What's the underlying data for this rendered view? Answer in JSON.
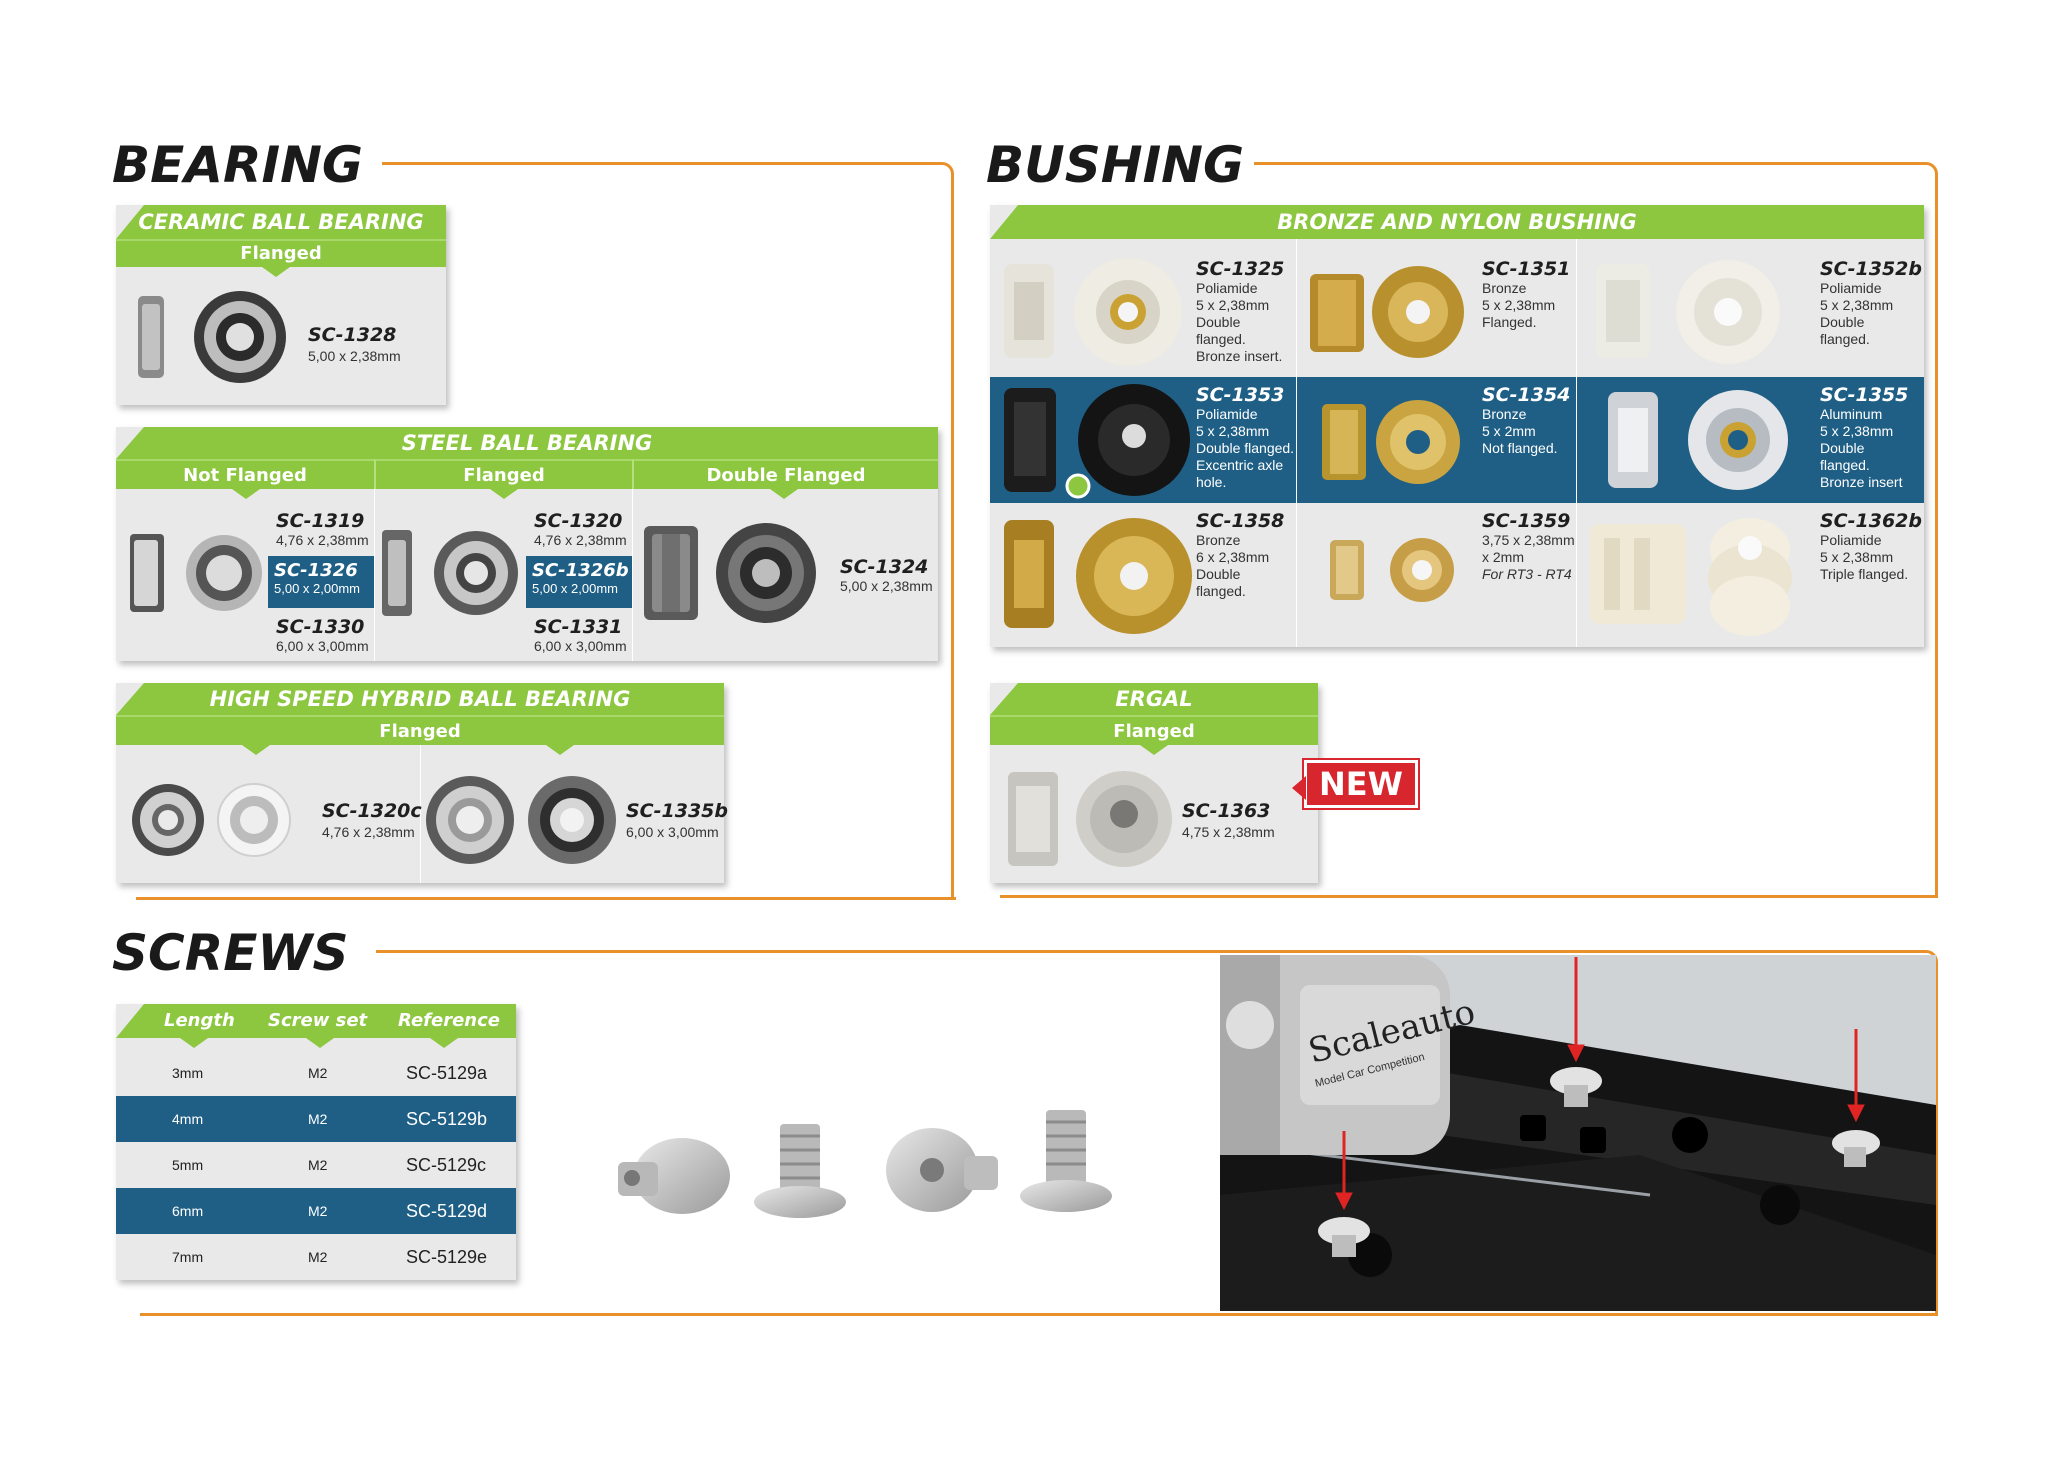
{
  "bearing": {
    "title": "BEARING",
    "ceramic": {
      "title": "CERAMIC BALL BEARING",
      "sub": "Flanged",
      "item": {
        "ref": "SC-1328",
        "dim": "5,00 x 2,38mm"
      }
    },
    "steel": {
      "title": "STEEL BALL BEARING",
      "cols": [
        "Not Flanged",
        "Flanged",
        "Double Flanged"
      ],
      "not_flanged": [
        {
          "ref": "SC-1319",
          "dim": "4,76 x 2,38mm"
        },
        {
          "ref": "SC-1326",
          "dim": "5,00 x 2,00mm"
        },
        {
          "ref": "SC-1330",
          "dim": "6,00 x 3,00mm"
        }
      ],
      "flanged": [
        {
          "ref": "SC-1320",
          "dim": "4,76 x 2,38mm"
        },
        {
          "ref": "SC-1326b",
          "dim": "5,00 x 2,00mm"
        },
        {
          "ref": "SC-1331",
          "dim": "6,00 x 3,00mm"
        }
      ],
      "double_flanged": {
        "ref": "SC-1324",
        "dim": "5,00 x 2,38mm"
      }
    },
    "hybrid": {
      "title": "HIGH SPEED HYBRID BALL BEARING",
      "sub": "Flanged",
      "items": [
        {
          "ref": "SC-1320c",
          "dim": "4,76 x 2,38mm"
        },
        {
          "ref": "SC-1335b",
          "dim": "6,00 x 3,00mm"
        }
      ]
    }
  },
  "bushing": {
    "title": "BUSHING",
    "bronze_nylon": {
      "title": "BRONZE AND NYLON BUSHING",
      "items": [
        {
          "ref": "SC-1325",
          "desc": [
            "Poliamide",
            "5 x 2,38mm",
            "Double",
            "flanged.",
            "Bronze insert."
          ]
        },
        {
          "ref": "SC-1351",
          "desc": [
            "Bronze",
            "5 x 2,38mm",
            "Flanged."
          ]
        },
        {
          "ref": "SC-1352b",
          "desc": [
            "Poliamide",
            "5 x 2,38mm",
            "Double",
            "flanged."
          ]
        },
        {
          "ref": "SC-1353",
          "desc": [
            "Poliamide",
            "5 x 2,38mm",
            "Double flanged.",
            "Excentric axle",
            "hole."
          ]
        },
        {
          "ref": "SC-1354",
          "desc": [
            "Bronze",
            "5 x 2mm",
            "Not flanged."
          ]
        },
        {
          "ref": "SC-1355",
          "desc": [
            "Aluminum",
            "5 x 2,38mm",
            "Double",
            "flanged.",
            "Bronze insert"
          ]
        },
        {
          "ref": "SC-1358",
          "desc": [
            "Bronze",
            "6 x 2,38mm",
            "Double",
            "flanged."
          ]
        },
        {
          "ref": "SC-1359",
          "desc": [
            "3,75 x 2,38mm",
            "x 2mm",
            "For RT3 - RT4"
          ]
        },
        {
          "ref": "SC-1362b",
          "desc": [
            "Poliamide",
            "5 x 2,38mm",
            "Triple flanged."
          ]
        }
      ]
    },
    "ergal": {
      "title": "ERGAL",
      "sub": "Flanged",
      "item": {
        "ref": "SC-1363",
        "dim": "4,75 x 2,38mm"
      },
      "badge": "NEW"
    }
  },
  "screws": {
    "title": "SCREWS",
    "headers": [
      "Length",
      "Screw set",
      "Reference"
    ],
    "rows": [
      {
        "length": "3mm",
        "set": "M2",
        "ref": "SC-5129a"
      },
      {
        "length": "4mm",
        "set": "M2",
        "ref": "SC-5129b"
      },
      {
        "length": "5mm",
        "set": "M2",
        "ref": "SC-5129c"
      },
      {
        "length": "6mm",
        "set": "M2",
        "ref": "SC-5129d"
      },
      {
        "length": "7mm",
        "set": "M2",
        "ref": "SC-5129e"
      }
    ],
    "photo_text": {
      "brand": "Scaleauto",
      "tagline": "Model Car Competition"
    }
  },
  "colors": {
    "green": "#8dc63f",
    "orange": "#e8902a",
    "blue": "#1f5f86",
    "red": "#d7262e"
  }
}
